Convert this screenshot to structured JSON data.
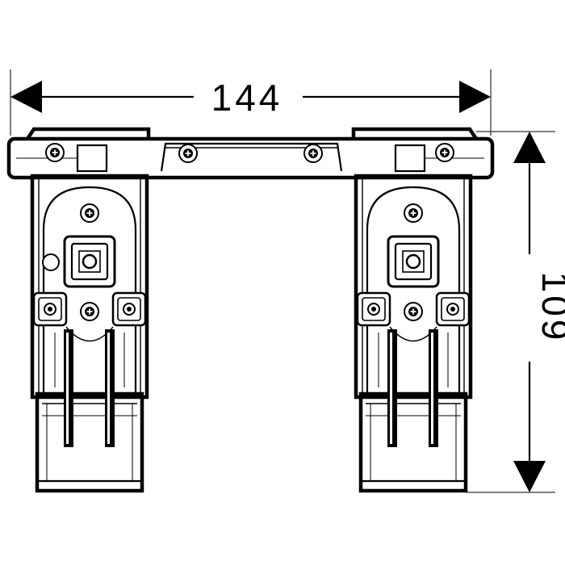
{
  "drawing": {
    "type": "technical-dimension-drawing",
    "dimensions": {
      "width_label": "144",
      "height_label": "109"
    }
  }
}
